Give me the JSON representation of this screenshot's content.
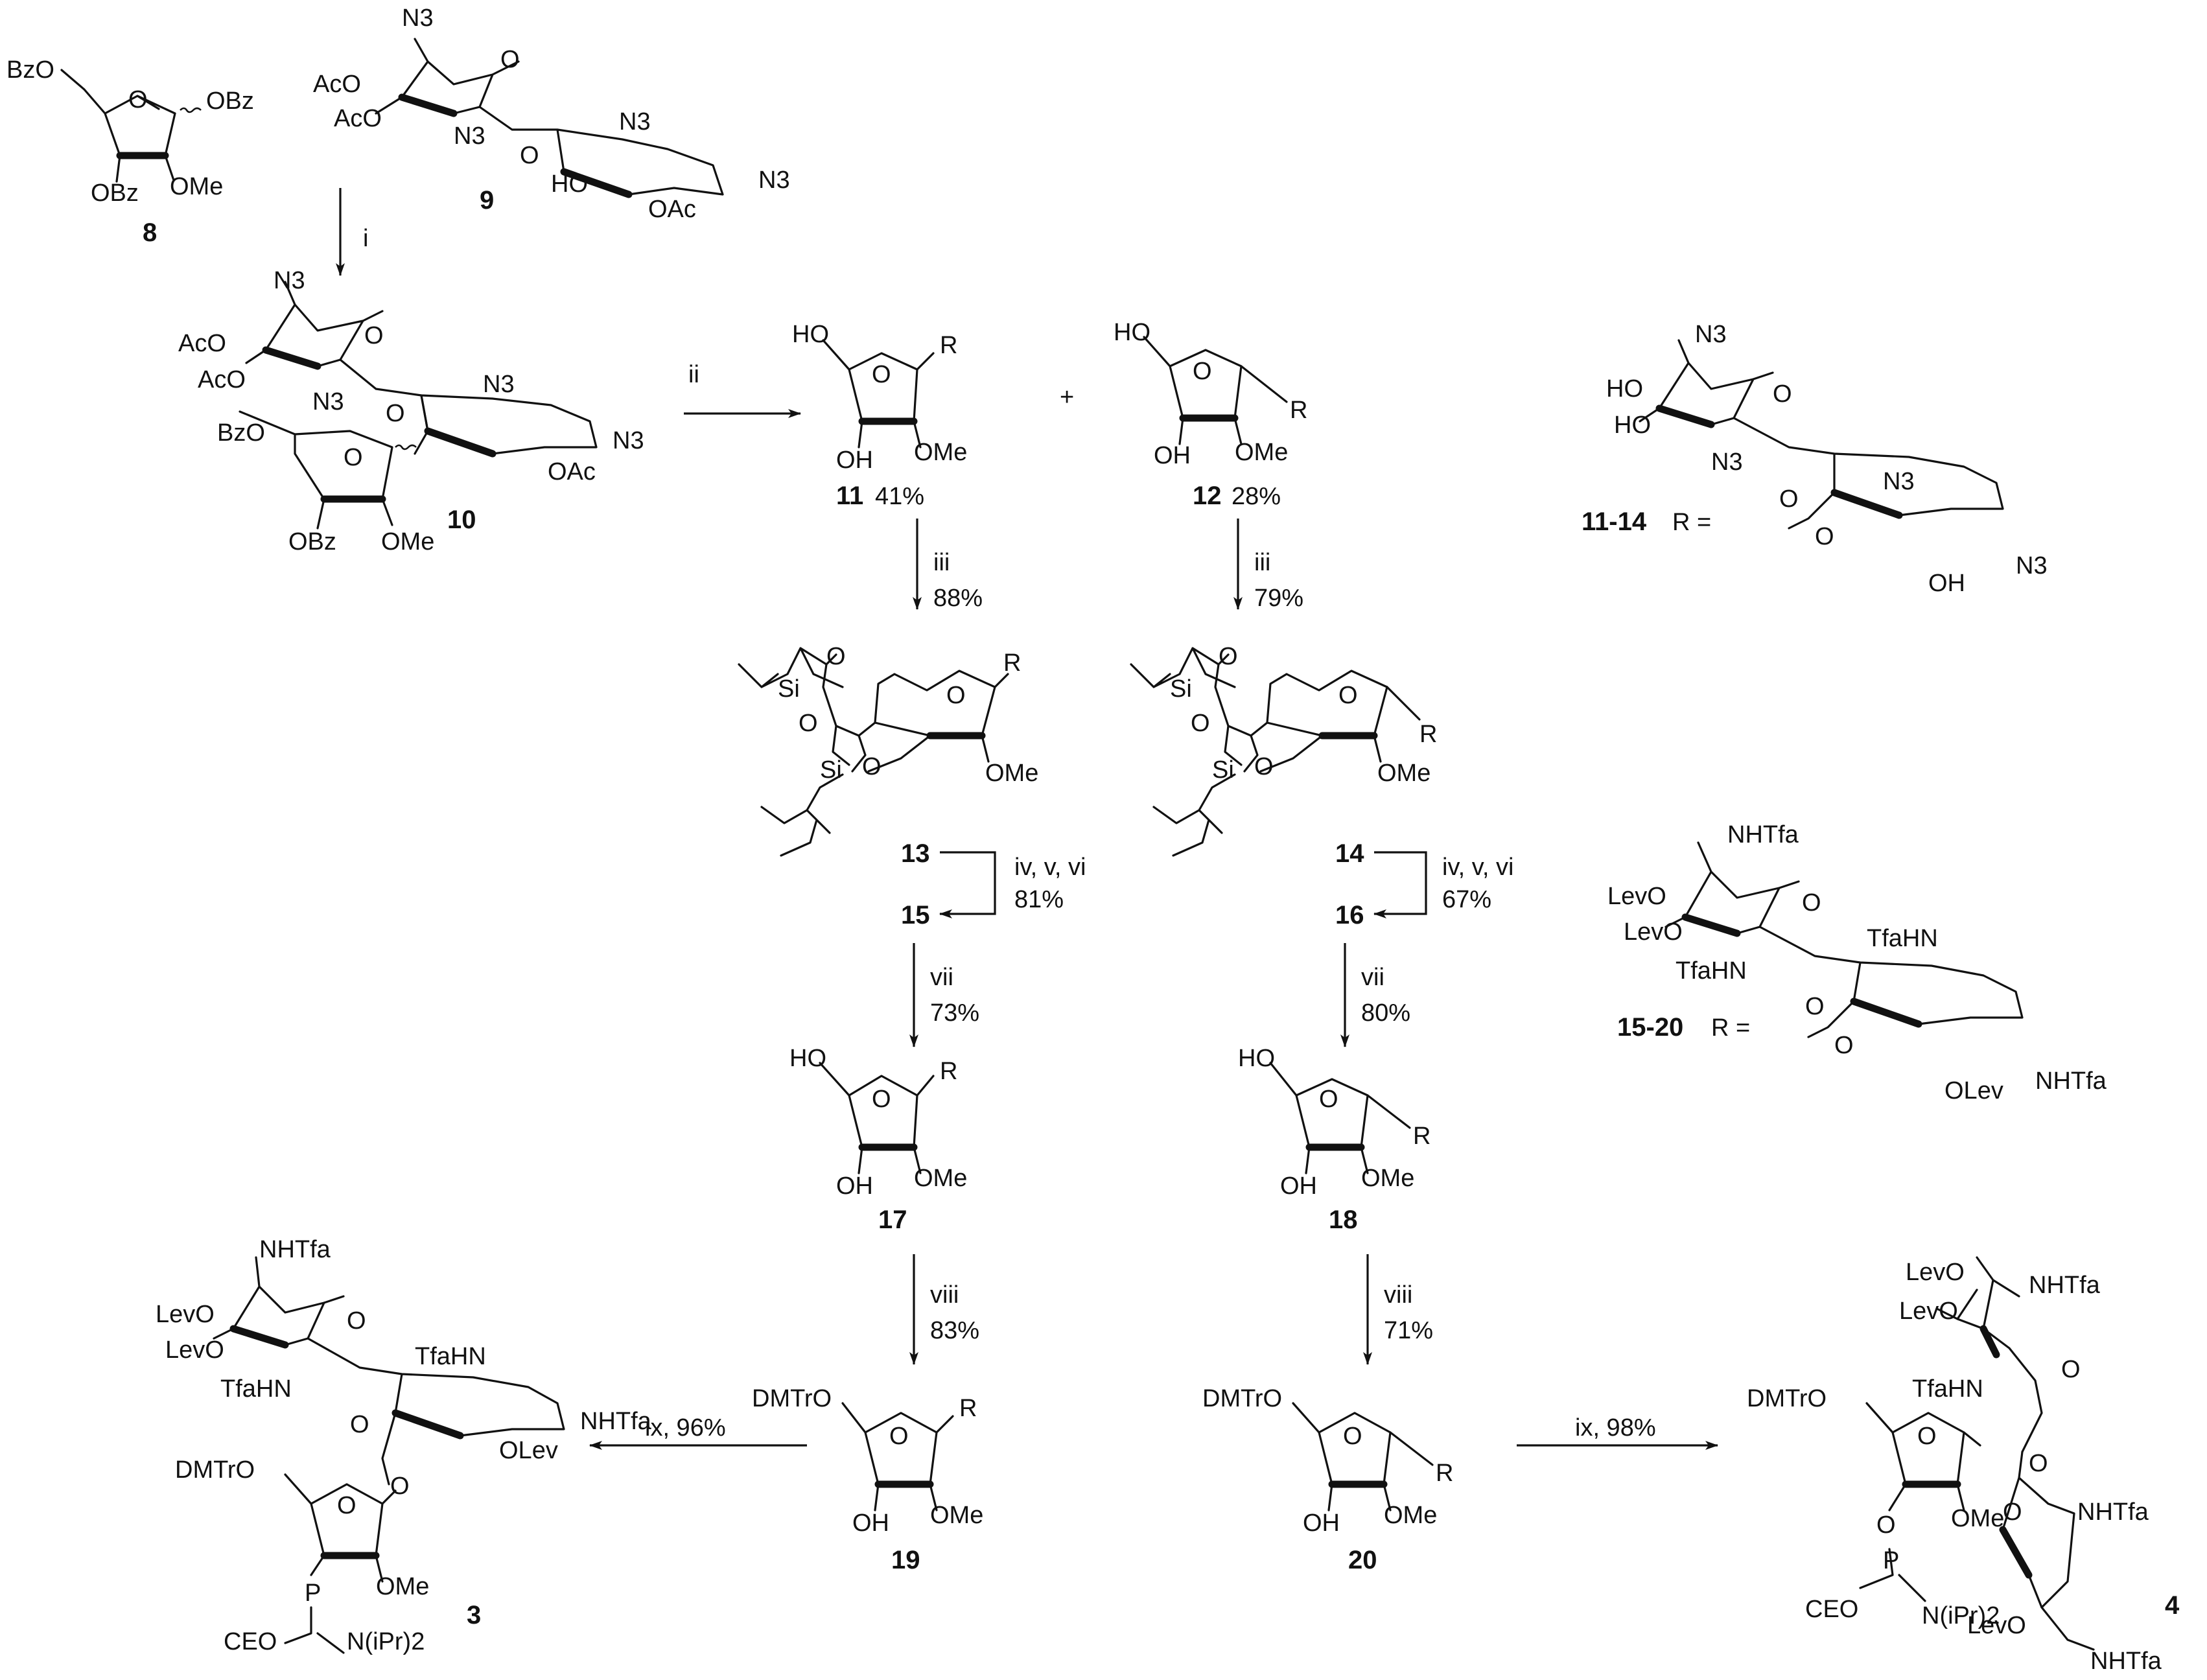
{
  "compounds": {
    "c8": {
      "id": "8",
      "labels": [
        "BzO",
        "OBz",
        "OBz",
        "OMe",
        "O"
      ]
    },
    "c9": {
      "id": "9",
      "labels": [
        "AcO",
        "AcO",
        "N3",
        "N3",
        "O",
        "O",
        "N3",
        "N3",
        "HO",
        "OAc"
      ]
    },
    "c10": {
      "id": "10",
      "labels": [
        "AcO",
        "AcO",
        "N3",
        "N3",
        "O",
        "O",
        "N3",
        "N3",
        "BzO",
        "OBz",
        "OMe",
        "OAc",
        "O"
      ]
    },
    "c11": {
      "id": "11",
      "yield": "41%",
      "labels": [
        "HO",
        "O",
        "R",
        "OH",
        "OMe"
      ]
    },
    "c12": {
      "id": "12",
      "yield": "28%",
      "labels": [
        "HO",
        "O",
        "R",
        "OH",
        "OMe"
      ]
    },
    "c13": {
      "id": "13",
      "labels": [
        "O",
        "Si",
        "O",
        "Si",
        "O",
        "O",
        "R",
        "OMe"
      ]
    },
    "c14": {
      "id": "14",
      "labels": [
        "O",
        "Si",
        "O",
        "Si",
        "O",
        "O",
        "R",
        "OMe"
      ]
    },
    "c15": {
      "id": "15"
    },
    "c16": {
      "id": "16"
    },
    "c17": {
      "id": "17",
      "labels": [
        "HO",
        "O",
        "R",
        "OH",
        "OMe"
      ]
    },
    "c18": {
      "id": "18",
      "labels": [
        "HO",
        "O",
        "R",
        "OH",
        "OMe"
      ]
    },
    "c19": {
      "id": "19",
      "labels": [
        "DMTrO",
        "O",
        "R",
        "OH",
        "OMe"
      ]
    },
    "c20": {
      "id": "20",
      "labels": [
        "DMTrO",
        "O",
        "R",
        "OH",
        "OMe"
      ]
    },
    "c3": {
      "id": "3",
      "labels": [
        "NHTfa",
        "LevO",
        "LevO",
        "TfaHN",
        "O",
        "O",
        "TfaHN",
        "NHTfa",
        "OLev",
        "DMTrO",
        "O",
        "O",
        "OMe",
        "CEO",
        "P",
        "N(iPr)2"
      ]
    },
    "c4": {
      "id": "4",
      "labels": [
        "LevO",
        "LevO",
        "NHTfa",
        "TfaHN",
        "O",
        "O",
        "O",
        "NHTfa",
        "LevO",
        "NHTfa",
        "DMTrO",
        "O",
        "OMe",
        "O",
        "P",
        "CEO",
        "N(iPr)2"
      ]
    }
  },
  "r_groups": {
    "r1": {
      "range": "11-14",
      "eq": "R =",
      "labels": [
        "N3",
        "HO",
        "HO",
        "N3",
        "O",
        "O",
        "N3",
        "O",
        "OH",
        "N3"
      ]
    },
    "r2": {
      "range": "15-20",
      "eq": "R =",
      "labels": [
        "NHTfa",
        "LevO",
        "LevO",
        "TfaHN",
        "O",
        "O",
        "TfaHN",
        "O",
        "OLev",
        "NHTfa"
      ]
    }
  },
  "plus": "+",
  "steps": {
    "i": {
      "label": "i"
    },
    "ii": {
      "label": "ii"
    },
    "iii_a": {
      "label": "iii",
      "yield": "88%"
    },
    "iii_b": {
      "label": "iii",
      "yield": "79%"
    },
    "ivvi_a": {
      "label": "iv, v, vi",
      "yield": "81%"
    },
    "ivvi_b": {
      "label": "iv, v, vi",
      "yield": "67%"
    },
    "vii_a": {
      "label": "vii",
      "yield": "73%"
    },
    "vii_b": {
      "label": "vii",
      "yield": "80%"
    },
    "viii_a": {
      "label": "viii",
      "yield": "83%"
    },
    "viii_b": {
      "label": "viii",
      "yield": "71%"
    },
    "ix_a": {
      "label": "ix, 96%"
    },
    "ix_b": {
      "label": "ix, 98%"
    }
  }
}
